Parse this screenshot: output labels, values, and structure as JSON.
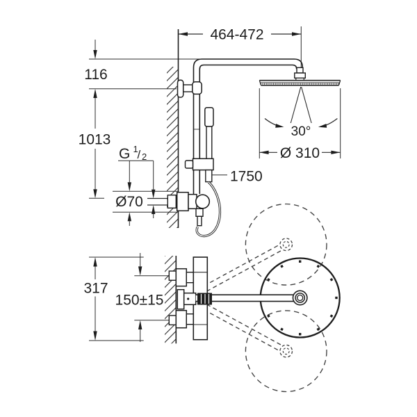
{
  "drawing": {
    "type": "shower-system-installation-diagram",
    "colors": {
      "line": "#1d1d1d",
      "dashed": "#3f3f3f",
      "background": "#ffffff"
    },
    "dimensions": {
      "arm_reach": "464-472",
      "head_to_arm": "116",
      "riser_height": "1013",
      "thread_g": "G",
      "thread_sup": "1",
      "thread_slash": "/",
      "thread_sub": "2",
      "escutcheon_diameter": "Ø70",
      "hose_length": "1750",
      "spray_angle": "30°",
      "head_diameter": "Ø 310",
      "valve_height": "317",
      "supply_spacing": "150±15"
    }
  }
}
